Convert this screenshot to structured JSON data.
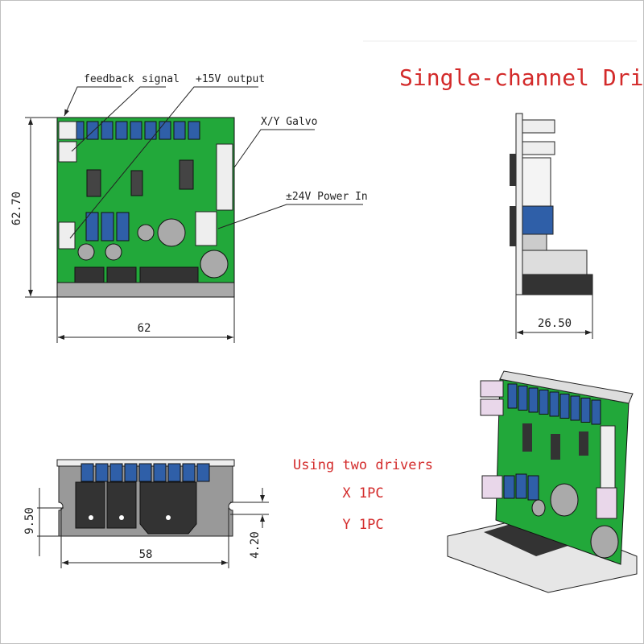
{
  "title": "Single-channel Drive",
  "front_view": {
    "callouts": {
      "feedback": "feedback",
      "signal": "signal",
      "output_15v": "+15V output",
      "galvo": "X/Y Galvo",
      "power_in": "±24V Power In"
    },
    "dim_height": "62.70",
    "dim_width": "62"
  },
  "side_view": {
    "dim_depth": "26.50"
  },
  "bottom_view": {
    "dim_slot_offset": "9.50",
    "dim_hole_spacing": "58",
    "dim_slot_width": "4.20"
  },
  "note": {
    "line1": "Using two drivers",
    "line2": "X 1PC",
    "line3": "Y 1PC"
  },
  "colors": {
    "pcb": "#22a83a",
    "pot": "#2f5fa8",
    "title_red": "#d32a2a",
    "base": "#a9a9a9"
  }
}
